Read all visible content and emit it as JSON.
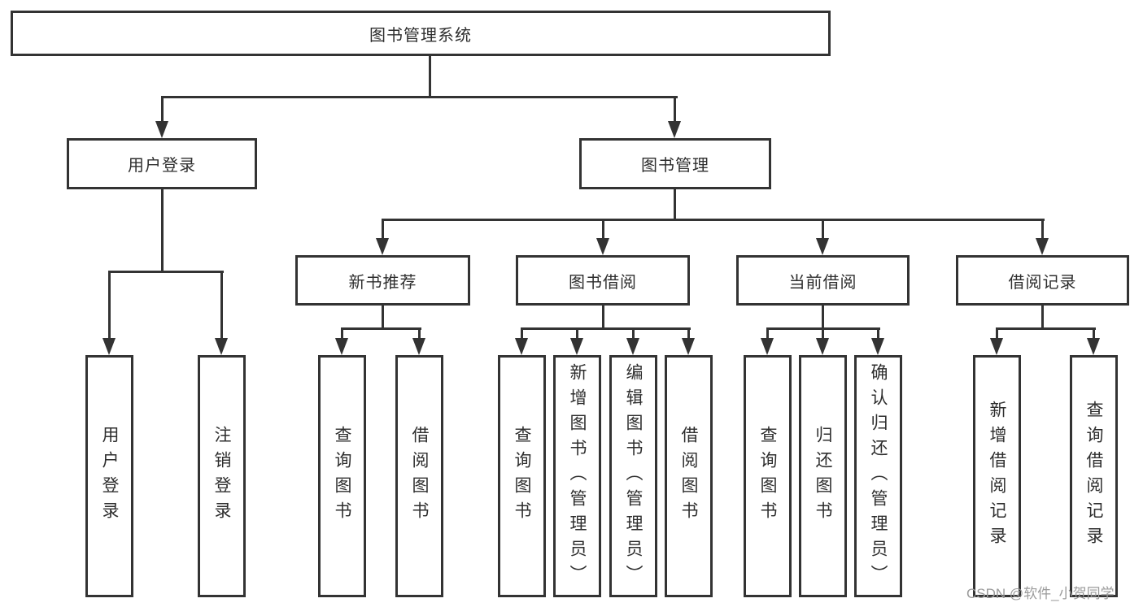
{
  "colors": {
    "line": "#333333",
    "text": "#2e2e2e",
    "box_fill": "#ffffff",
    "background": "#ffffff",
    "watermark": "#9b9b9b"
  },
  "diagram_type": "tree",
  "root": {
    "label": "图书管理系统",
    "children": [
      {
        "label": "用户登录",
        "children": [
          {
            "label": "用户登录"
          },
          {
            "label": "注销登录"
          }
        ]
      },
      {
        "label": "图书管理",
        "children": [
          {
            "label": "新书推荐",
            "children": [
              {
                "label": "查询图书"
              },
              {
                "label": "借阅图书"
              }
            ]
          },
          {
            "label": "图书借阅",
            "children": [
              {
                "label": "查询图书"
              },
              {
                "label": "新增图书（管理员）"
              },
              {
                "label": "编辑图书（管理员）"
              },
              {
                "label": "借阅图书"
              }
            ]
          },
          {
            "label": "当前借阅",
            "children": [
              {
                "label": "查询图书"
              },
              {
                "label": "归还图书"
              },
              {
                "label": "确认归还（管理员）"
              }
            ]
          },
          {
            "label": "借阅记录",
            "children": [
              {
                "label": "新增借阅记录"
              },
              {
                "label": "查询借阅记录"
              }
            ]
          }
        ]
      }
    ]
  },
  "watermark": {
    "text": "CSDN @软件_小贺同学"
  }
}
